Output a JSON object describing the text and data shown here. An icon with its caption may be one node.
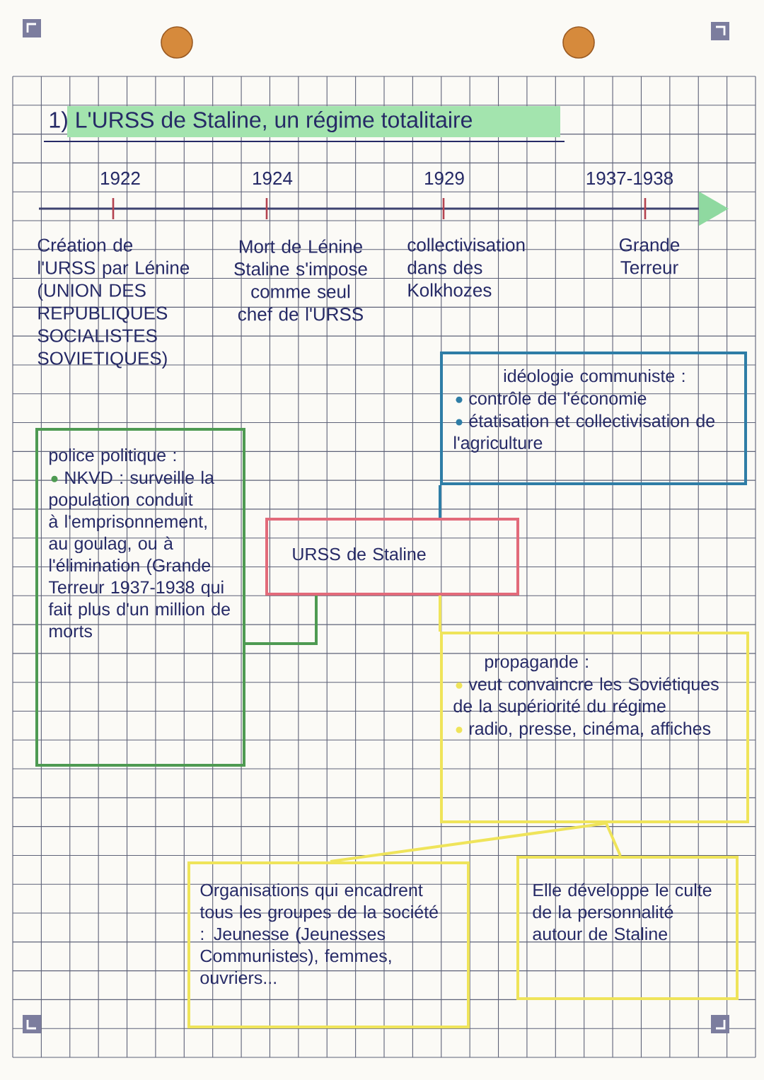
{
  "diagram": {
    "title": "1) L'URSS de Staline, un régime totalitaire",
    "nodes": [
      {
        "text": [
          "idéologie communiste :",
          "contrôle de l'économie",
          "étatisation et collectivisation de l'agriculture"
        ]
      },
      {
        "text": [
          "police politique :",
          "NKVD : surveille la population conduit à l'emprisonnement, au goulag, ou à l'élimination (Grande Terreur 1937-1938 qui fait plus d'un million de morts"
        ]
      },
      {
        "text": [
          "URSS de Staline"
        ]
      },
      {
        "text": [
          "propagande :",
          "veut convaincre les Soviétiques de la supériorité du régime",
          "radio, presse, cinéma, affiches"
        ]
      },
      {
        "text": [
          "Organisations qui encadrent tous les groupes de la société : Jeunesse (Jeunesses Communistes), femmes, ouvriers..."
        ]
      },
      {
        "text": [
          "Elle développe le culte de la personnalité autour de Staline"
        ]
      }
    ],
    "edges": [
      {
        "from": 2,
        "to": 0,
        "arrow": "none",
        "color": "#2e7da6"
      },
      {
        "from": 2,
        "to": 1,
        "arrow": "none",
        "color": "#4e9a52"
      },
      {
        "from": 2,
        "to": 3,
        "arrow": "none"
      },
      {
        "from": 3,
        "to": 4,
        "arrow": "none"
      },
      {
        "from": 3,
        "to": 5,
        "arrow": "none"
      }
    ],
    "labels": [
      "1922",
      "1924",
      "1929",
      "1937-1938",
      "Création de l'URSS par Lénine (UNION DES REPUBLIQUES SOCIALISTES SOVIETIQUES)",
      "Mort de Lénine",
      "Staline s'impose comme seul chef de l'URSS",
      "collectivisation dans des Kolkhozes",
      "Grande Terreur"
    ]
  }
}
